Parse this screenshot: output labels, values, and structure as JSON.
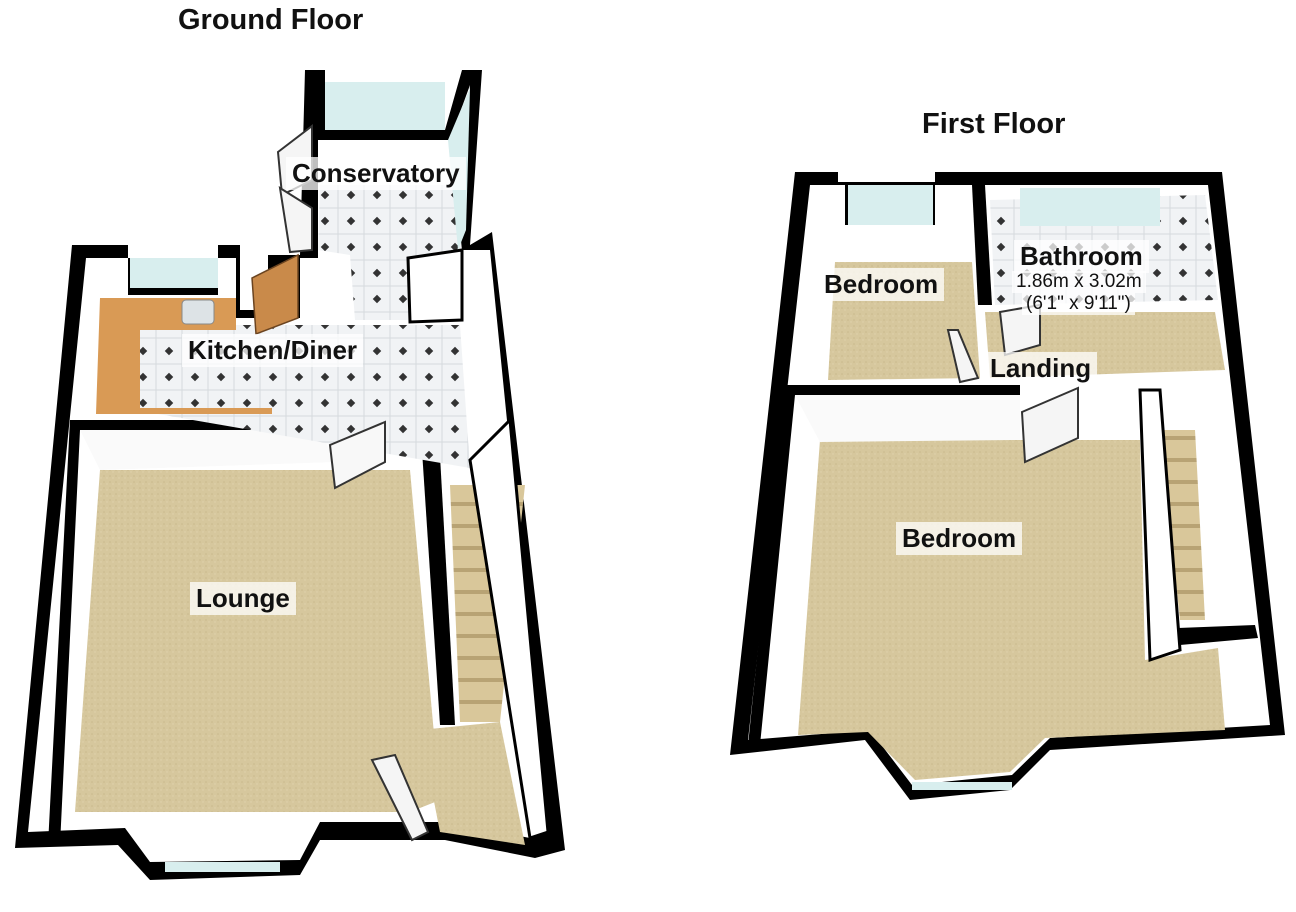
{
  "floors": {
    "ground": {
      "title": "Ground Floor",
      "rooms": {
        "conservatory": "Conservatory",
        "kitchen_diner": "Kitchen/Diner",
        "lounge": "Lounge"
      }
    },
    "first": {
      "title": "First Floor",
      "rooms": {
        "bedroom_small": "Bedroom",
        "bathroom": "Bathroom",
        "bathroom_metric": "1.86m x 3.02m",
        "bathroom_imperial": "(6'1\" x 9'11\")",
        "landing": "Landing",
        "bedroom_large": "Bedroom"
      }
    }
  },
  "colors": {
    "wall": "#000000",
    "wall_inner": "#ffffff",
    "carpet": "#d8c9a0",
    "tile": "#eef0f2",
    "worktop": "#d99a55",
    "window": "#d8eeee",
    "door": "#c98a4a"
  }
}
